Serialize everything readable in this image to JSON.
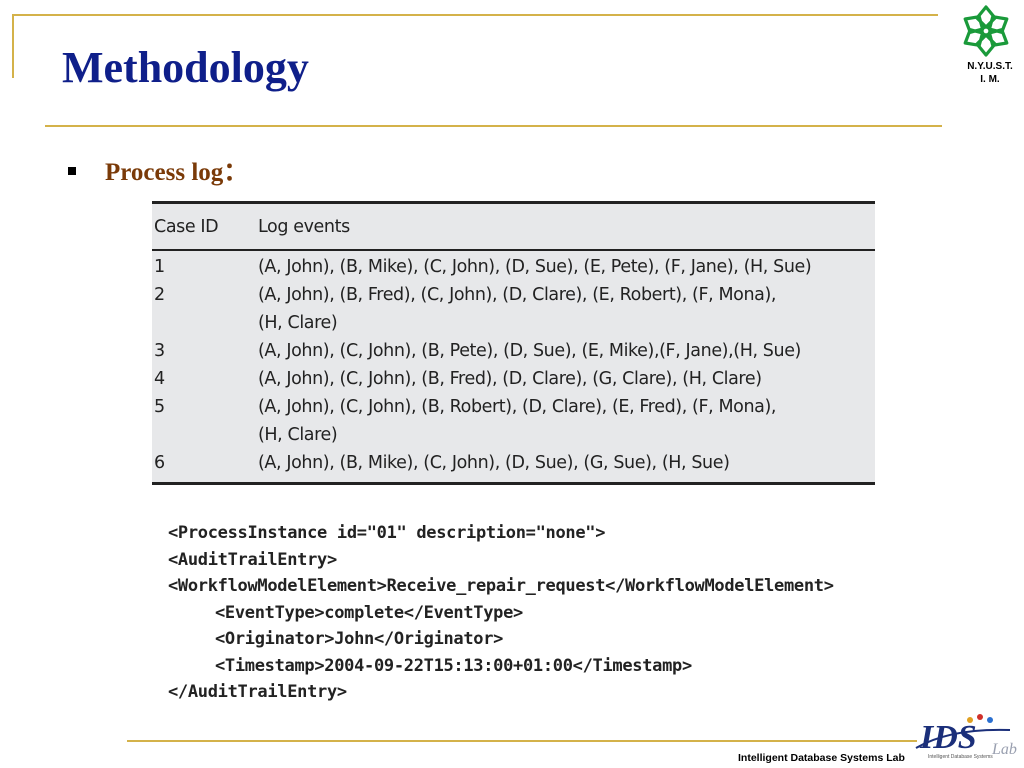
{
  "slide": {
    "title": "Methodology",
    "bullet": "Process log："
  },
  "logo": {
    "icon": "nyust-emblem-icon",
    "text": "N.Y.U.S.T.\nI. M.",
    "color": "#1a9a3a"
  },
  "log_table": {
    "headers": [
      "Case ID",
      "Log events"
    ],
    "rows": [
      {
        "case": "1",
        "lines": [
          "(A, John), (B, Mike), (C, John), (D, Sue), (E, Pete), (F, Jane), (H, Sue)"
        ]
      },
      {
        "case": "2",
        "lines": [
          "(A, John), (B, Fred), (C, John), (D, Clare), (E, Robert), (F, Mona),",
          "(H, Clare)"
        ]
      },
      {
        "case": "3",
        "lines": [
          "(A, John), (C, John), (B, Pete), (D, Sue), (E, Mike),(F, Jane),(H, Sue)"
        ]
      },
      {
        "case": "4",
        "lines": [
          "(A, John), (C, John), (B, Fred), (D, Clare), (G, Clare), (H, Clare)"
        ]
      },
      {
        "case": "5",
        "lines": [
          "(A, John), (C, John), (B, Robert), (D, Clare), (E, Fred), (F, Mona),",
          "(H, Clare)"
        ]
      },
      {
        "case": "6",
        "lines": [
          "(A, John), (B, Mike), (C, John), (D, Sue), (G, Sue), (H, Sue)"
        ]
      }
    ]
  },
  "xml_lines": [
    {
      "text": "<ProcessInstance id=\"01\" description=\"none\">",
      "indent": false
    },
    {
      "text": "<AuditTrailEntry>",
      "indent": false
    },
    {
      "text": "<WorkflowModelElement>Receive_repair_request</WorkflowModelElement>",
      "indent": false
    },
    {
      "text": "<EventType>complete</EventType>",
      "indent": true
    },
    {
      "text": "<Originator>John</Originator>",
      "indent": true
    },
    {
      "text": "<Timestamp>2004-09-22T15:13:00+01:00</Timestamp>",
      "indent": true
    },
    {
      "text": "</AuditTrailEntry>",
      "indent": false
    }
  ],
  "footer": {
    "lab_name": "Intelligent Database Systems Lab",
    "ids_logo_text": "IDS",
    "ids_logo_sub": "Lab",
    "ids_logo_tagline": "Intelligent Database Systems",
    "accent": "#d4b24a",
    "title_color": "#0f1f8a"
  }
}
